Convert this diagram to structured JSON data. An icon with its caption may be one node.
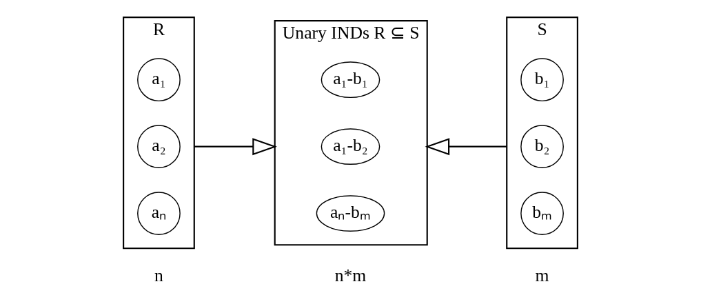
{
  "diagram": {
    "nodes": [
      {
        "text": [
          "R"
        ],
        "beside": [
          "n"
        ]
      },
      {
        "text": [
          "a₁"
        ],
        "in": 0
      },
      {
        "text": [
          "a₂"
        ],
        "in": 0
      },
      {
        "text": [
          "aₙ"
        ],
        "in": 0
      },
      {
        "text": [
          "Unary INDs R ⊆ S"
        ],
        "beside": [
          "n*m"
        ]
      },
      {
        "text": [
          "a₁-b₁"
        ],
        "in": 4
      },
      {
        "text": [
          "a₁-b₂"
        ],
        "in": 4
      },
      {
        "text": [
          "aₙ-bₘ"
        ],
        "in": 4
      },
      {
        "text": [
          "S"
        ],
        "beside": [
          "m"
        ]
      },
      {
        "text": [
          "b₁"
        ],
        "in": 8
      },
      {
        "text": [
          "b₂"
        ],
        "in": 8
      },
      {
        "text": [
          "bₘ"
        ],
        "in": 8
      }
    ],
    "edges": [
      {
        "from": 0,
        "to": 4,
        "arrow": "to"
      },
      {
        "from": 8,
        "to": 4,
        "arrow": "to"
      }
    ]
  }
}
